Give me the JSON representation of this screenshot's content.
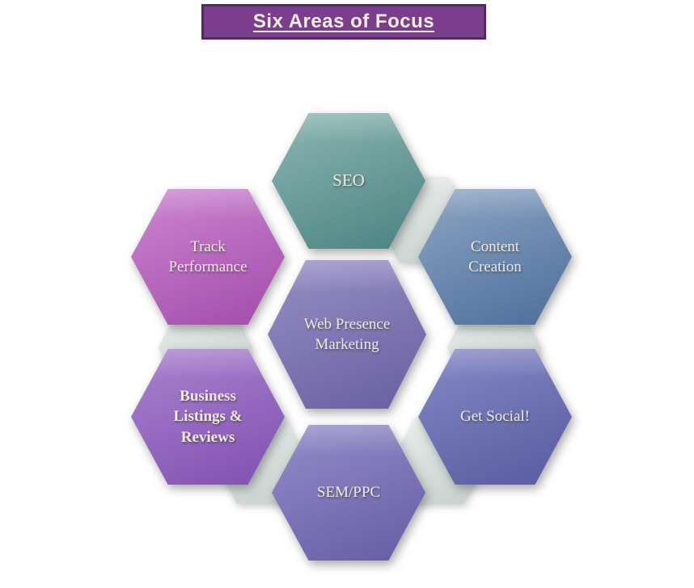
{
  "title": {
    "text": "Six Areas of Focus",
    "background": "#7b3e8c",
    "border_color": "#53295f",
    "text_color": "#f2eee0"
  },
  "diagram": {
    "center_node": {
      "id": "web-presence-marketing",
      "label": "Web Presence\nMarketing",
      "color_top": "#968fc5",
      "color_bottom": "#685f9f"
    },
    "nodes": [
      {
        "id": "seo",
        "label": "SEO",
        "color_top": "#8cb6b3",
        "color_bottom": "#4a8381"
      },
      {
        "id": "content-creation",
        "label": "Content\nCreation",
        "color_top": "#8ca5c2",
        "color_bottom": "#4c6e9c"
      },
      {
        "id": "get-social",
        "label": "Get Social!",
        "color_top": "#8589c6",
        "color_bottom": "#575ba0"
      },
      {
        "id": "sem-ppc",
        "label": "SEM/PPC",
        "color_top": "#948dc9",
        "color_bottom": "#655ca4"
      },
      {
        "id": "business-listings-reviews",
        "label": "Business\nListings &\nReviews",
        "emphasis": "bold",
        "color_top": "#aa82cf",
        "color_bottom": "#8050b0"
      },
      {
        "id": "track-performance",
        "label": "Track\nPerformance",
        "color_top": "#cd85d1",
        "color_bottom": "#a24caa"
      }
    ],
    "connector": {
      "color_top": "#e9eeec",
      "color_bottom": "#c5d0cc"
    }
  }
}
